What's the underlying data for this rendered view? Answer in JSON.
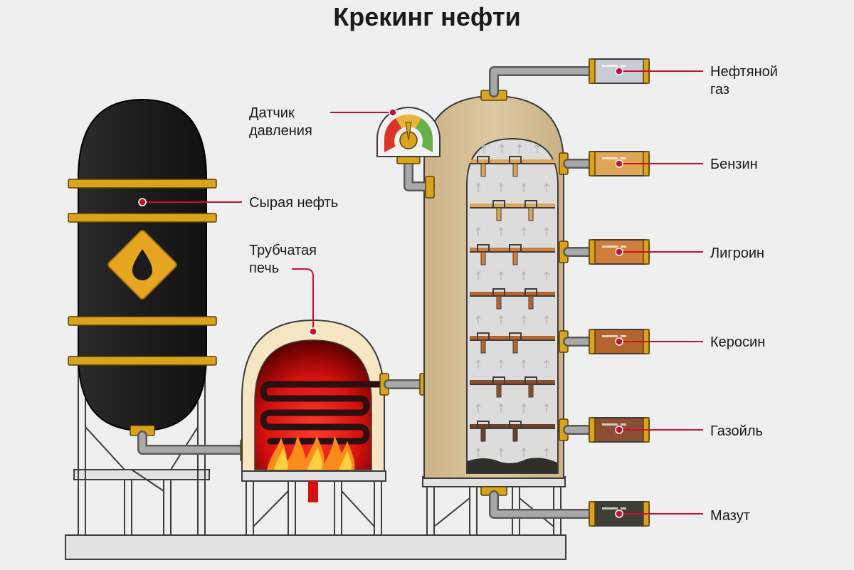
{
  "title": "Крекинг нефти",
  "labels": {
    "crude_oil": "Сырая нефть",
    "pressure_sensor": [
      "Датчик",
      "давления"
    ],
    "tube_furnace": [
      "Трубчатая",
      "печь"
    ],
    "petroleum_gas": [
      "Нефтяной",
      "газ"
    ],
    "gasoline": "Бензин",
    "naphtha": "Лигроин",
    "kerosene": "Керосин",
    "gasoil": "Газойль",
    "fuel_oil": "Мазут"
  },
  "icons": {
    "oil_tank": "oil-drop-icon",
    "gauge": "pressure-gauge-icon",
    "fire": "flame-icon"
  },
  "colors": {
    "accent": "#c8102e",
    "tank_body": "#1f1f1f",
    "brass": "#d9a21f",
    "column_shell": "#d8c29a",
    "furnace_shell": "#f6e6c4",
    "furnace_inner": "#d5100e"
  },
  "fractions": [
    {
      "key": "petroleum_gas",
      "color": "#c9cdd3"
    },
    {
      "key": "gasoline",
      "color": "#e0a655"
    },
    {
      "key": "naphtha",
      "color": "#cf7f3a"
    },
    {
      "key": "kerosene",
      "color": "#b4652d"
    },
    {
      "key": "gasoil",
      "color": "#8a4e31"
    },
    {
      "key": "fuel_oil",
      "color": "#3f3f36"
    }
  ]
}
